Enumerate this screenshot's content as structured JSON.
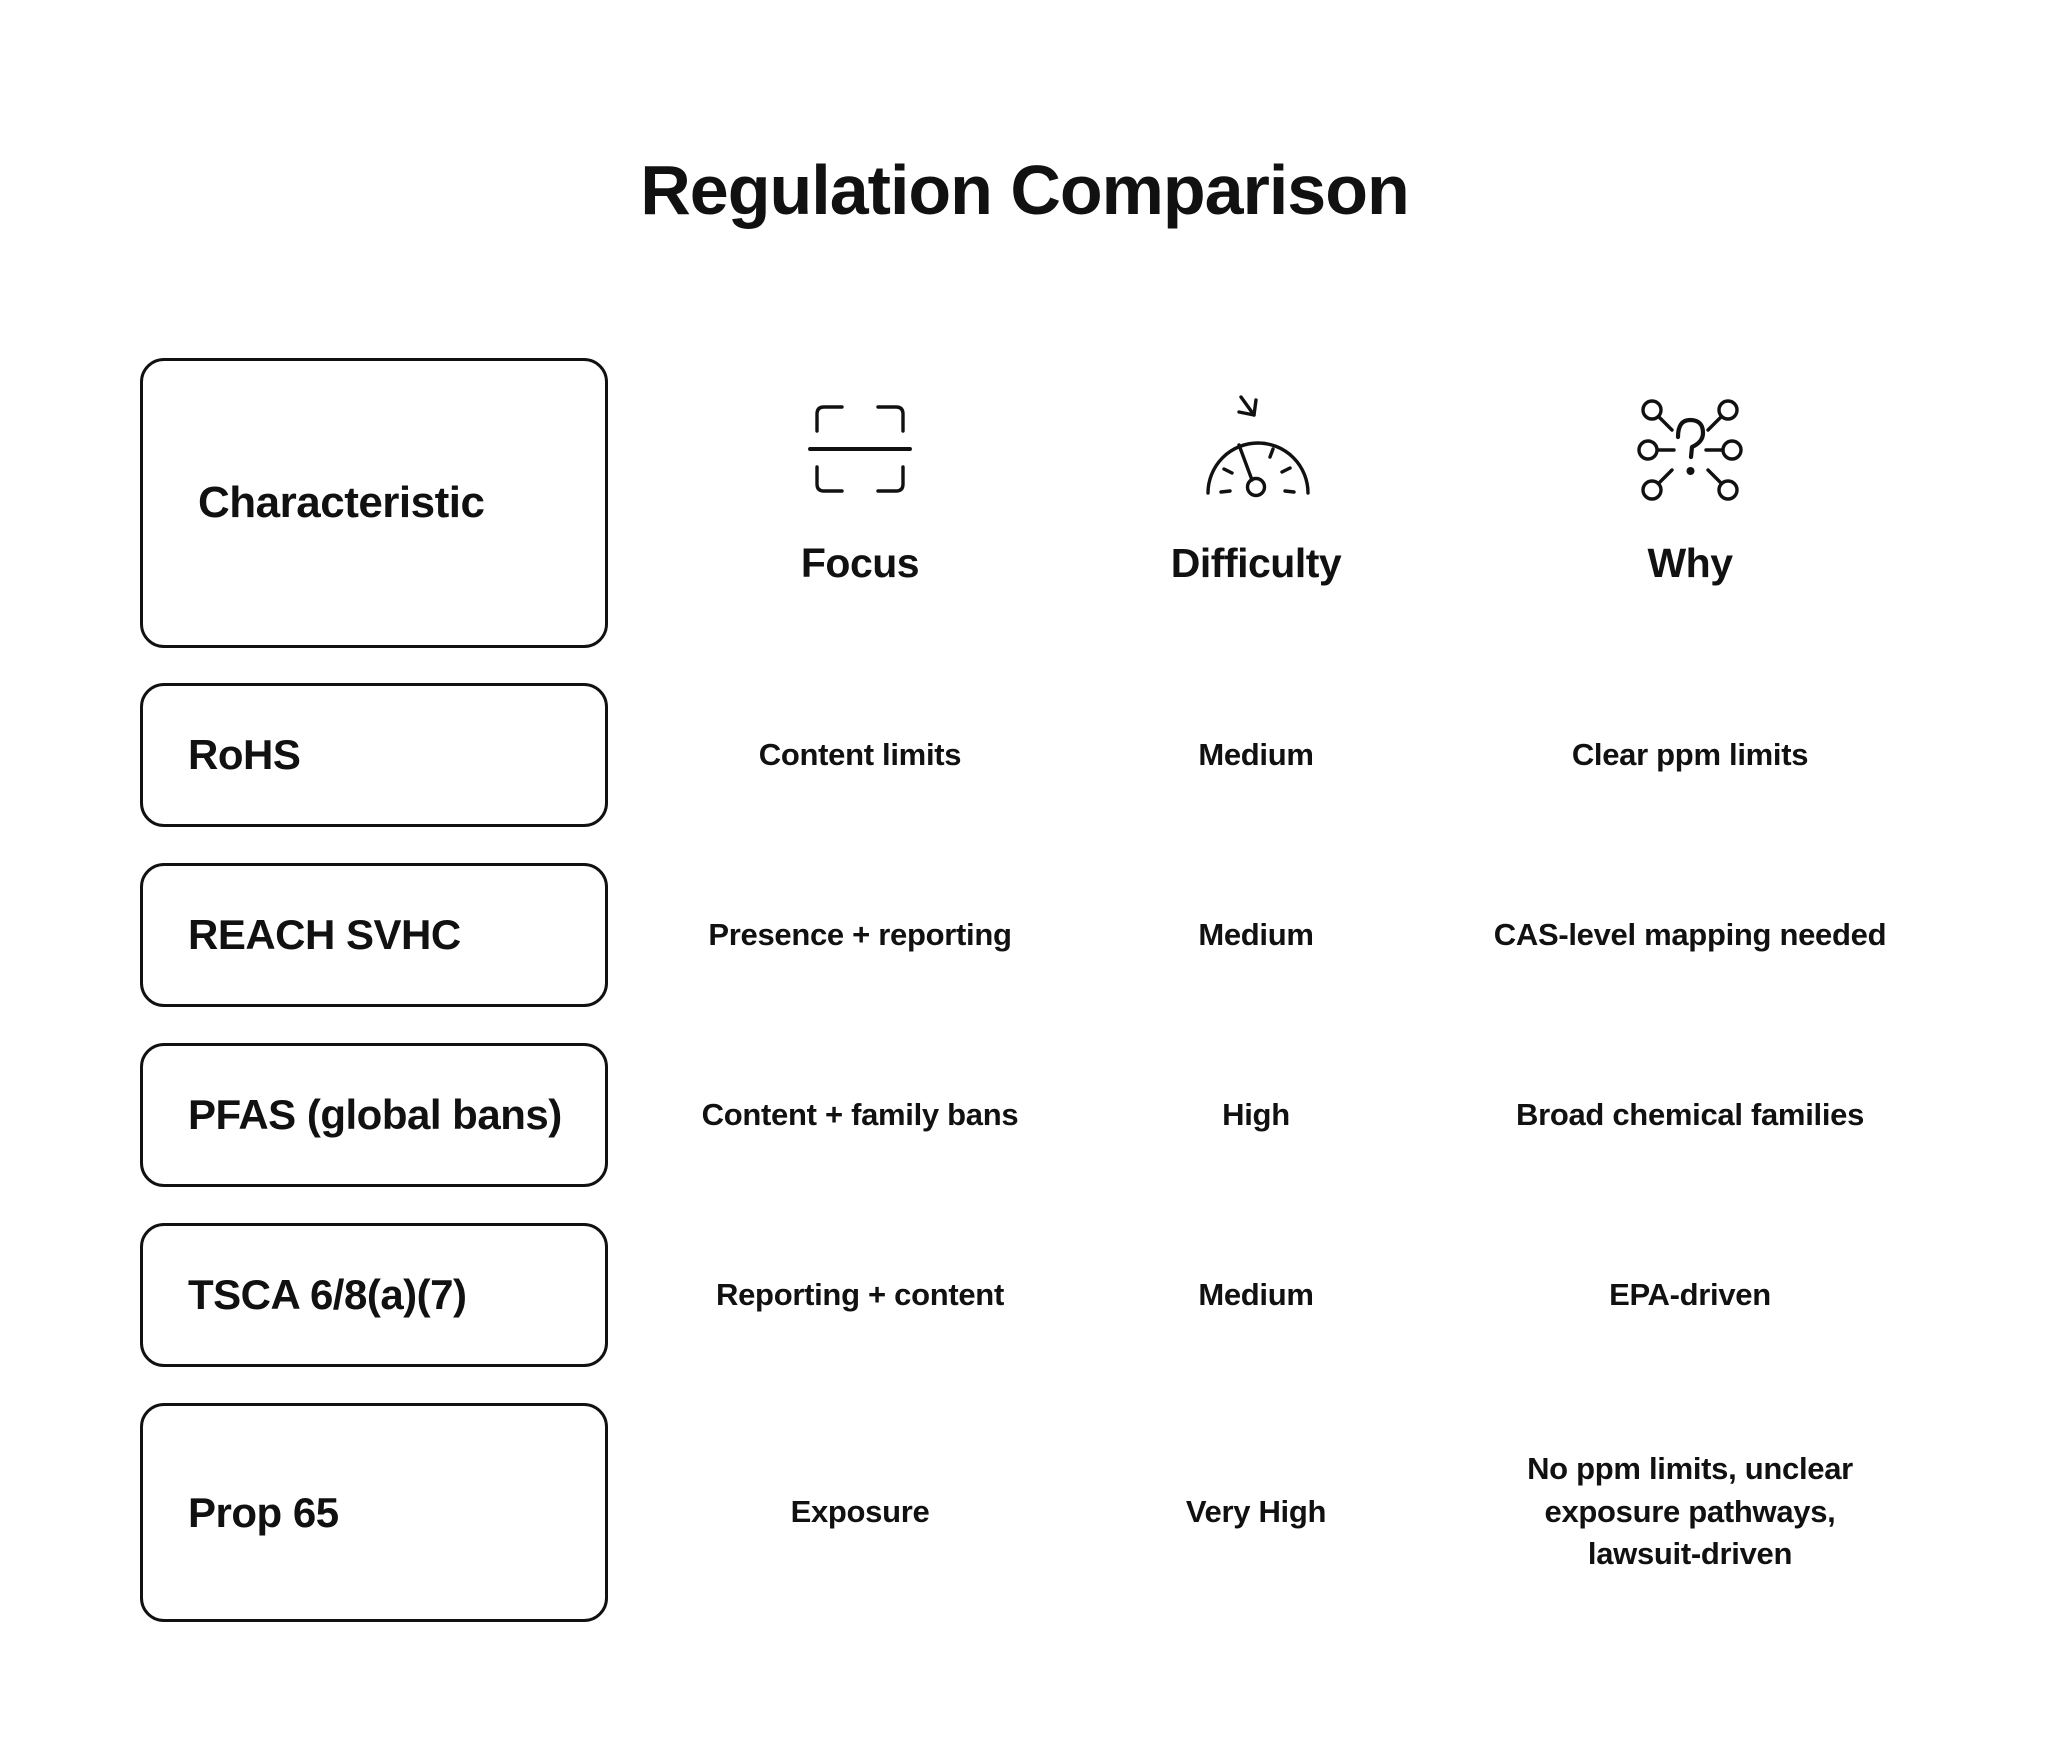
{
  "title": "Regulation Comparison",
  "colors": {
    "ink": "#111111",
    "background": "#ffffff"
  },
  "table": {
    "corner_label": "Characteristic",
    "columns": [
      {
        "label": "Focus",
        "icon": "focus-frame-icon"
      },
      {
        "label": "Difficulty",
        "icon": "gauge-icon"
      },
      {
        "label": "Why",
        "icon": "question-network-icon"
      }
    ],
    "rows": [
      {
        "name": "RoHS",
        "focus": "Content limits",
        "difficulty": "Medium",
        "why": "Clear ppm limits"
      },
      {
        "name": "REACH SVHC",
        "focus": "Presence + reporting",
        "difficulty": "Medium",
        "why": "CAS-level mapping needed"
      },
      {
        "name": "PFAS (global bans)",
        "focus": "Content + family bans",
        "difficulty": "High",
        "why": "Broad chemical families"
      },
      {
        "name": "TSCA 6/8(a)(7)",
        "focus": "Reporting + content",
        "difficulty": "Medium",
        "why": "EPA-driven"
      },
      {
        "name": "Prop 65",
        "focus": "Exposure",
        "difficulty": "Very High",
        "why": "No ppm limits, unclear exposure pathways, lawsuit-driven"
      }
    ]
  }
}
